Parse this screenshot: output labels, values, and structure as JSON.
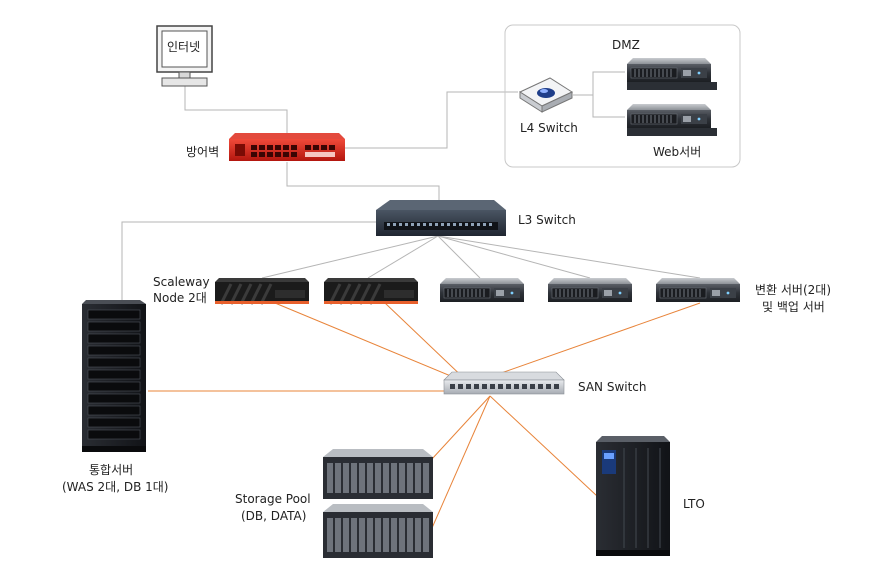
{
  "labels": {
    "internet": "인터넷",
    "firewall": "방어벽",
    "dmz": "DMZ",
    "l4_switch": "L4 Switch",
    "web_server": "Web서버",
    "l3_switch": "L3 Switch",
    "scaleway_line1": "Scaleway",
    "scaleway_line2": "Node 2대",
    "convert_line1": "변환 서버(2대)",
    "convert_line2": "및 백업 서버",
    "san_switch": "SAN Switch",
    "integrated_line1": "통합서버",
    "integrated_line2": "(WAS 2대, DB 1대)",
    "storage_line1": "Storage Pool",
    "storage_line2": "(DB, DATA)",
    "lto": "LTO"
  },
  "colors": {
    "network_line": "#b5b5b5",
    "san_line": "#e8843a",
    "firewall": "#d9261c",
    "scaleway_accent": "#e8602c",
    "dmz_border": "#c8c8c8"
  },
  "icons": [
    "monitor-icon",
    "firewall-icon",
    "l4-switch-icon",
    "rack-server-icon",
    "l3-switch-icon",
    "scaleway-node-icon",
    "san-switch-icon",
    "tower-server-icon",
    "storage-array-icon",
    "tape-library-icon"
  ]
}
